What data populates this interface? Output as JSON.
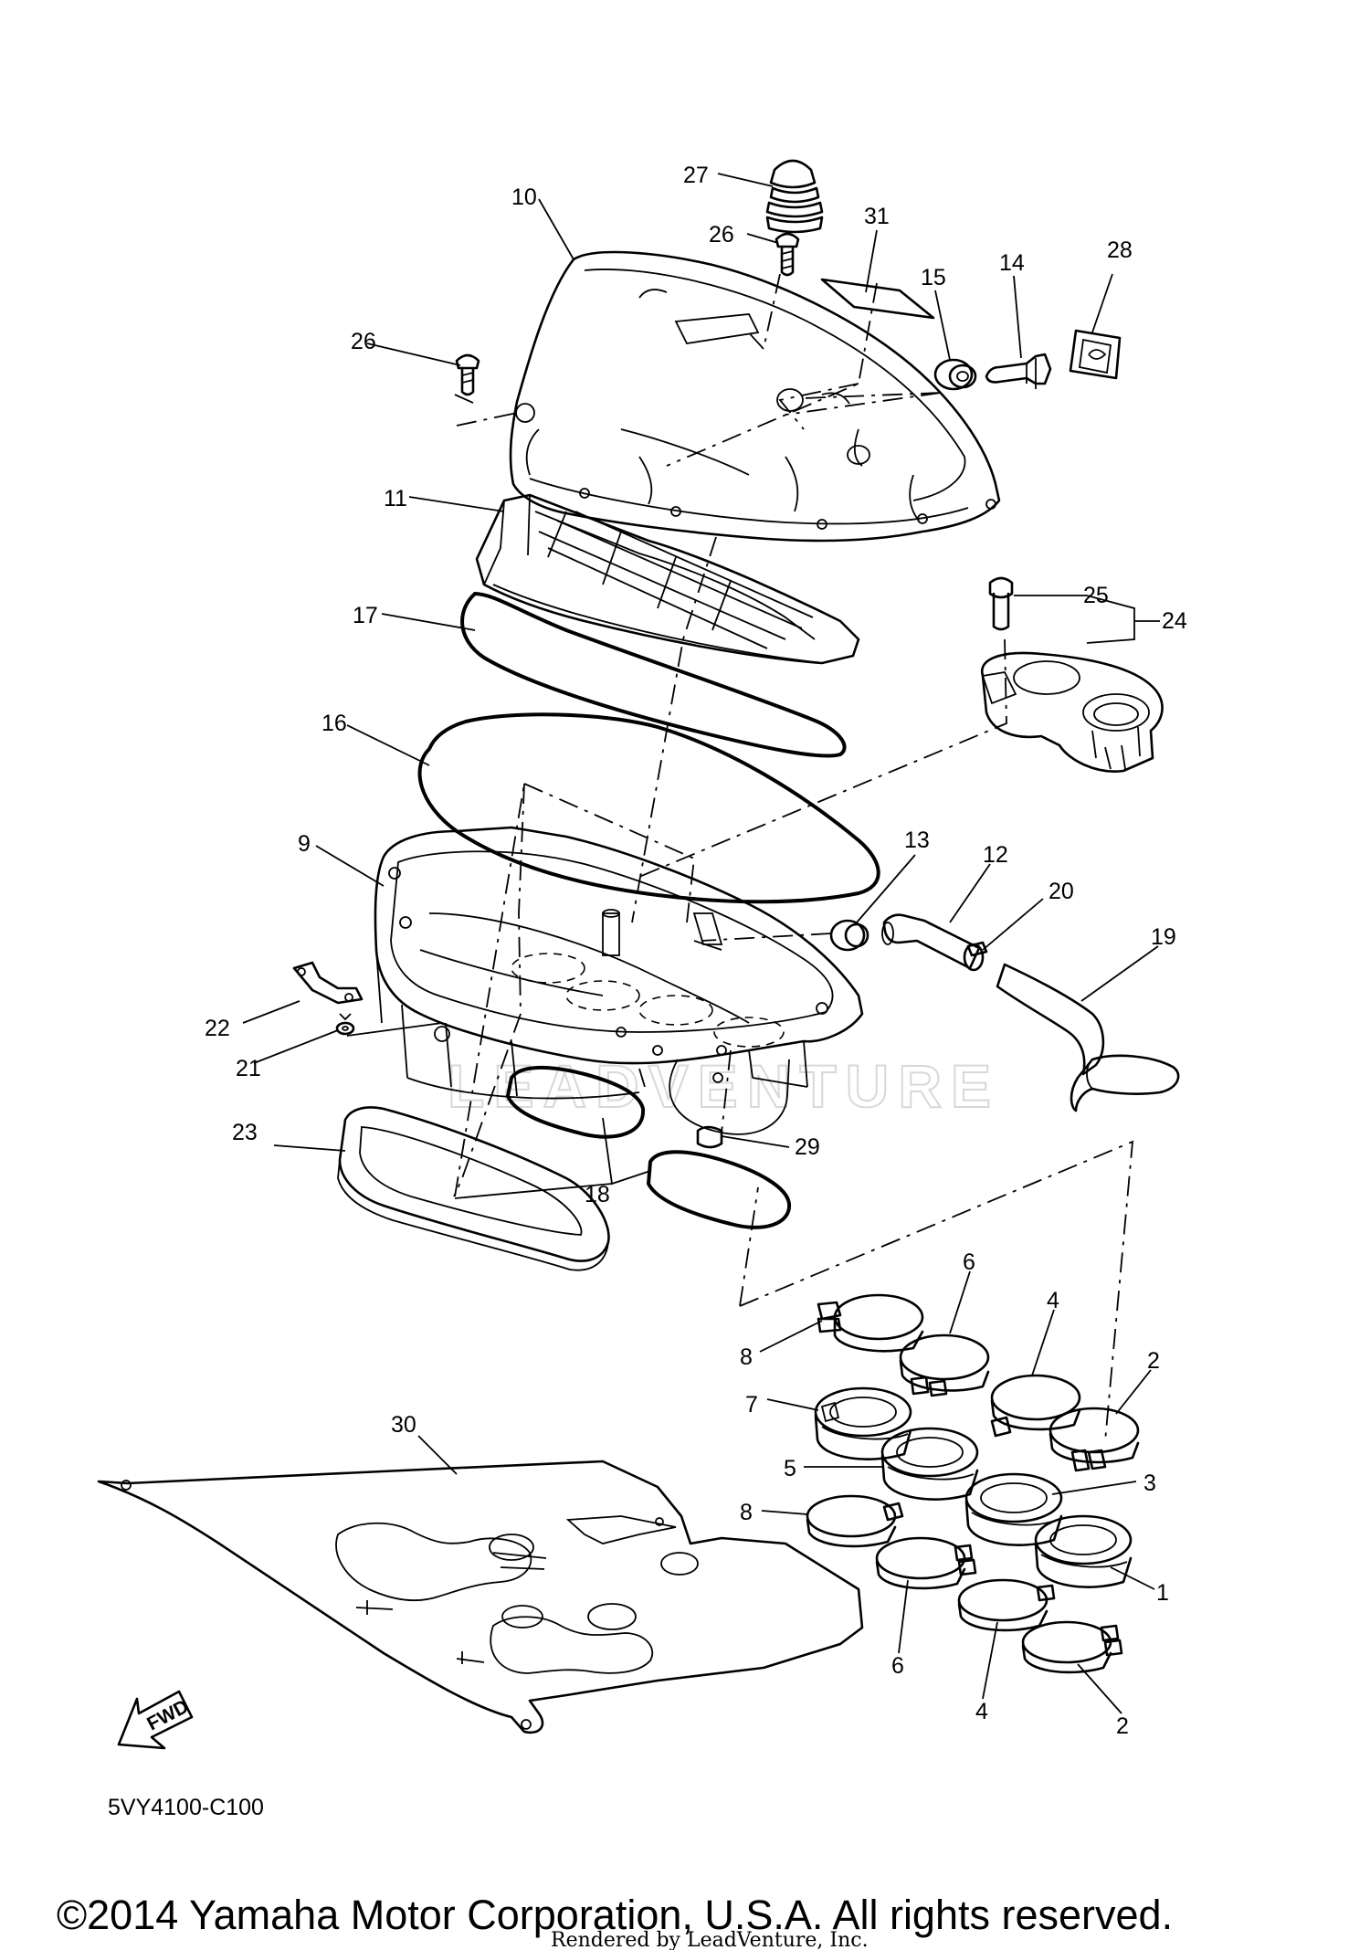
{
  "diagram": {
    "callouts": {
      "c1": "1",
      "c2a": "2",
      "c2b": "2",
      "c3": "3",
      "c4a": "4",
      "c4b": "4",
      "c5": "5",
      "c6a": "6",
      "c6b": "6",
      "c7": "7",
      "c8a": "8",
      "c8b": "8",
      "c9": "9",
      "c10": "10",
      "c11": "11",
      "c12": "12",
      "c13": "13",
      "c14": "14",
      "c15": "15",
      "c16": "16",
      "c17": "17",
      "c18": "18",
      "c19": "19",
      "c20": "20",
      "c21": "21",
      "c22": "22",
      "c23": "23",
      "c24": "24",
      "c25": "25",
      "c26a": "26",
      "c26b": "26",
      "c27": "27",
      "c28": "28",
      "c29": "29",
      "c30": "30",
      "c31": "31"
    },
    "diagram_code": "5VY4100-C100",
    "fwd_label": "FWD",
    "watermark": "LEADVENTURE"
  },
  "footer": {
    "copyright": "©2014 Yamaha Motor Corporation, U.S.A. All rights reserved.",
    "rendered_by": "Rendered by LeadVenture, Inc."
  }
}
